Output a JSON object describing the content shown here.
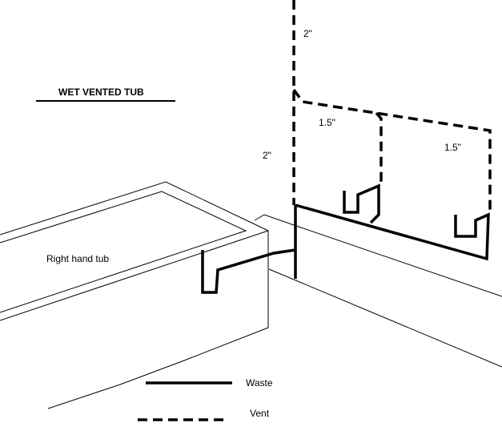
{
  "title": "WET VENTED TUB",
  "tub_label": "Right hand tub",
  "pipe_sizes": {
    "main_upper": "2\"",
    "main_lower": "2\"",
    "branch_left": "1.5\"",
    "branch_right": "1.5\""
  },
  "legend": {
    "waste_label": "Waste",
    "vent_label": "Vent"
  },
  "colors": {
    "line": "#000000",
    "background": "#ffffff"
  }
}
